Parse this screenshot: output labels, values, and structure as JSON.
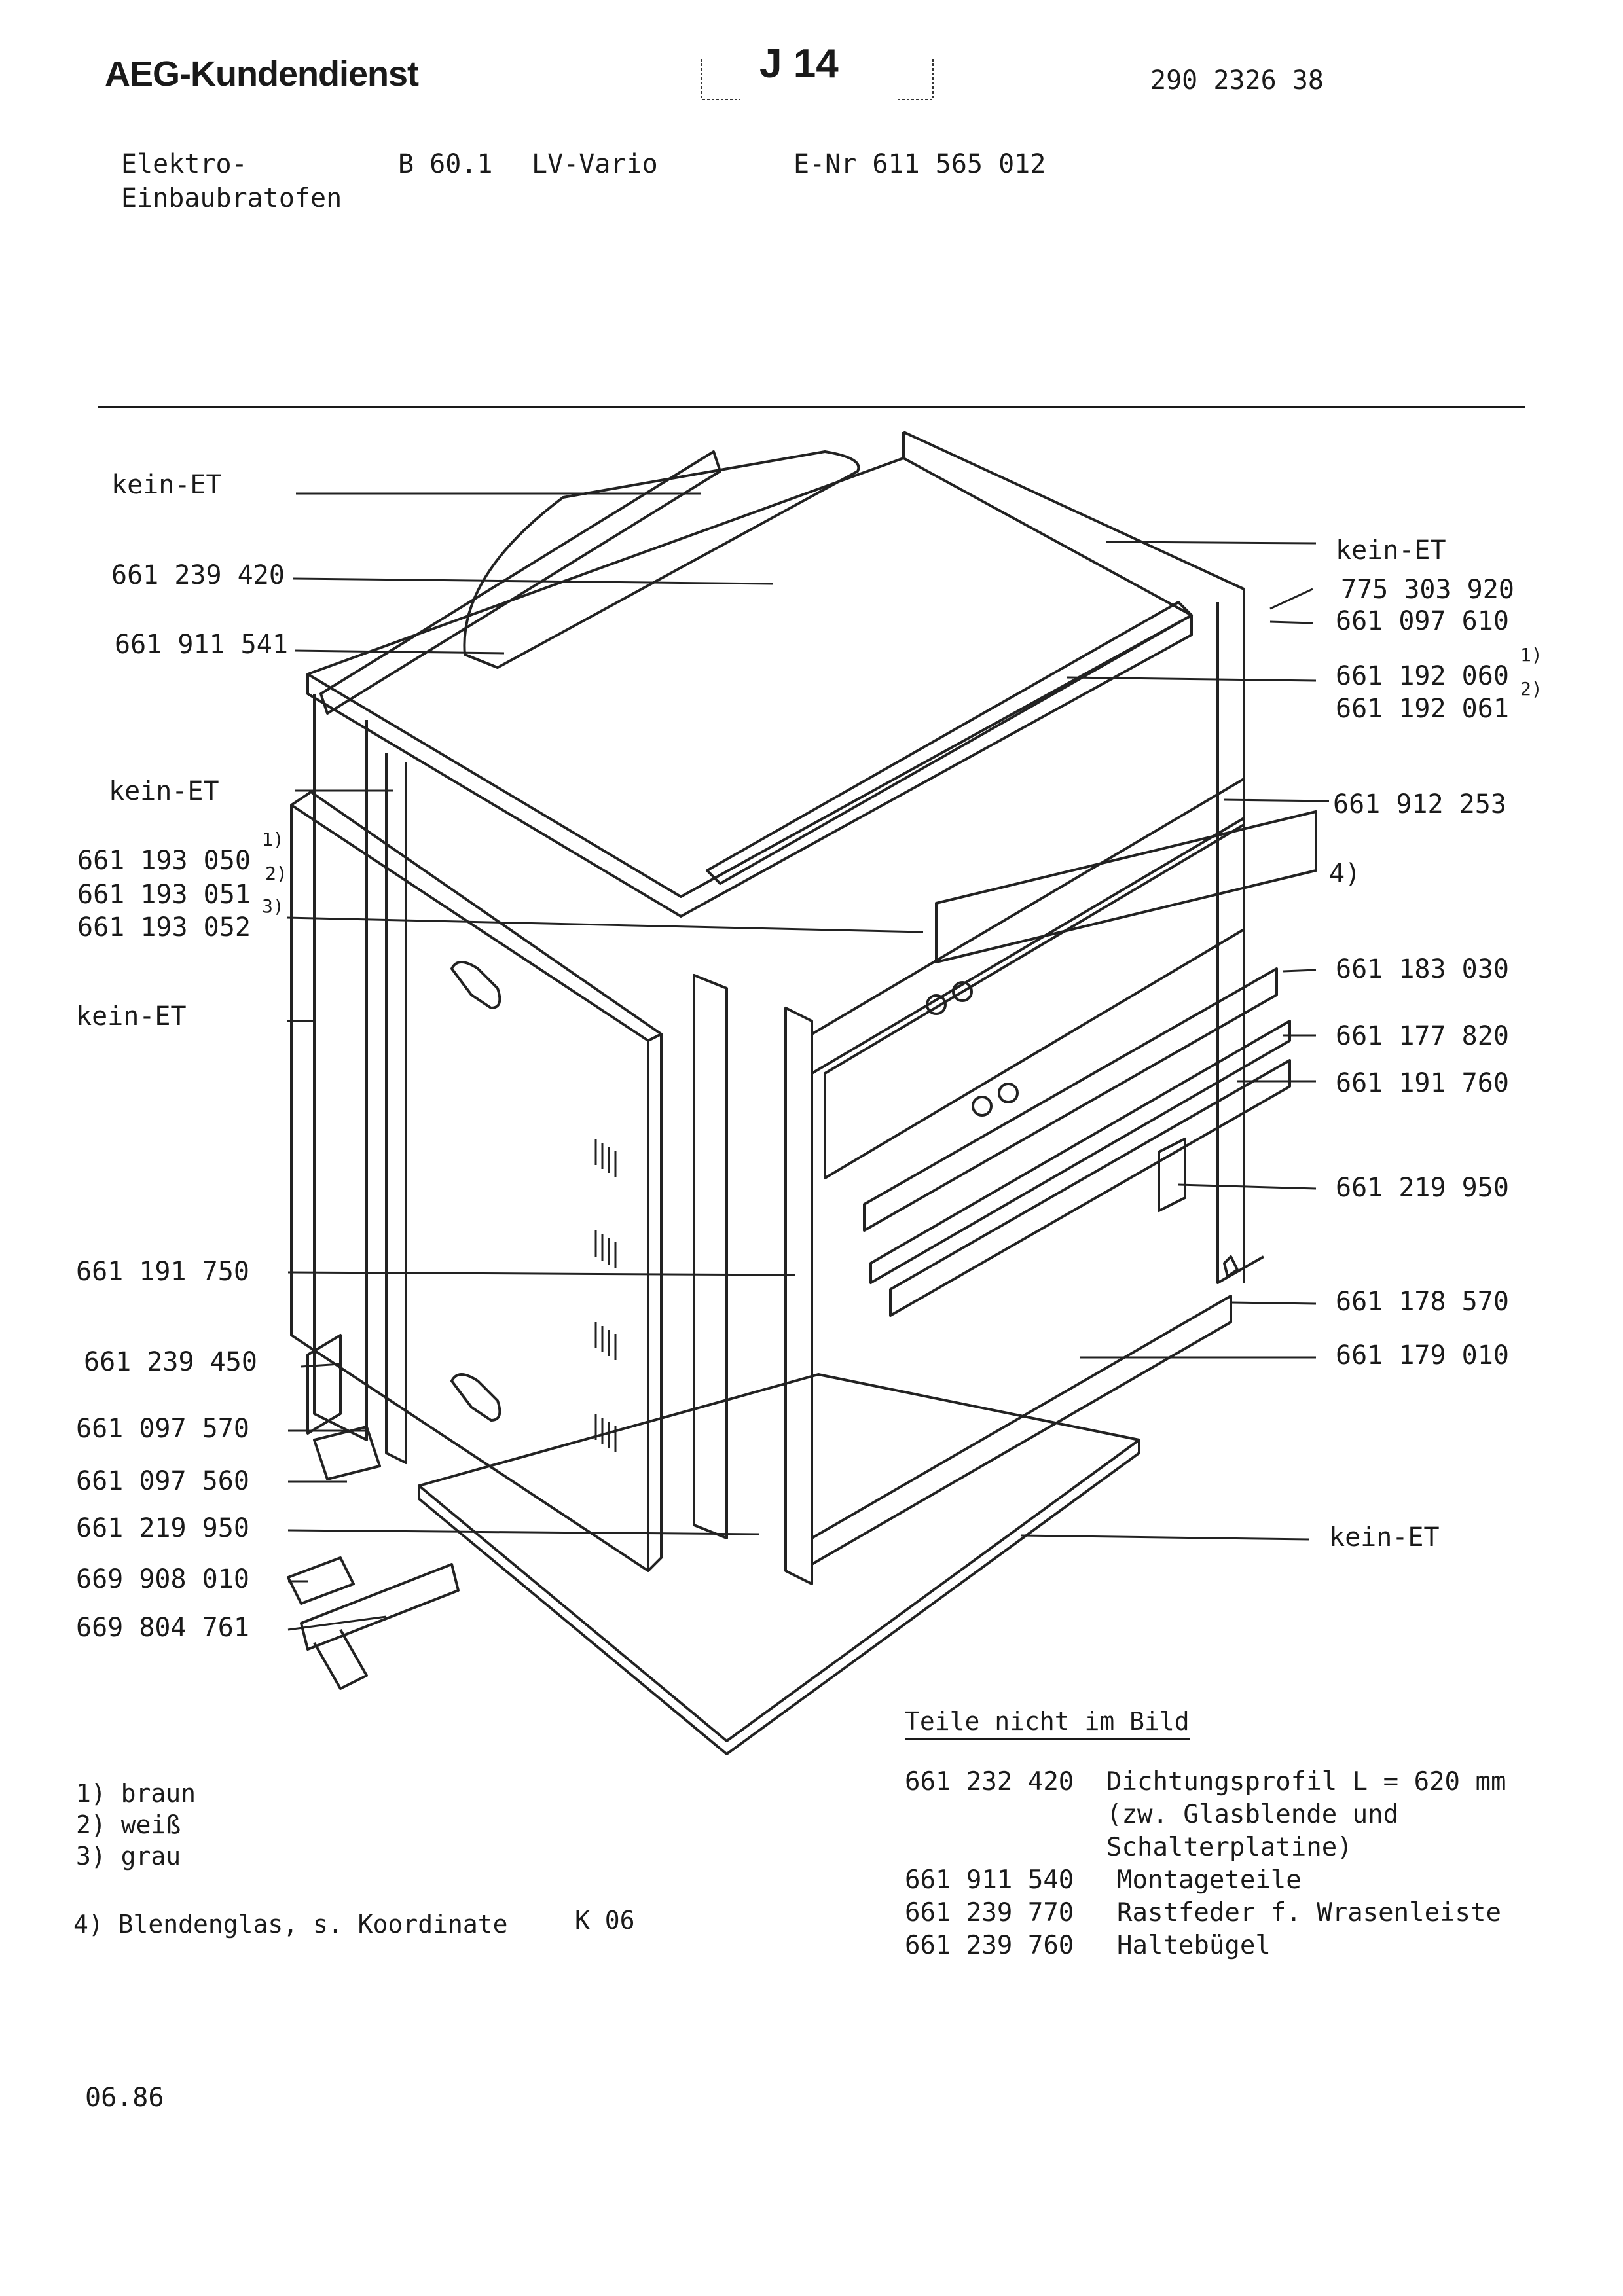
{
  "header": {
    "brand": "AEG-Kundendienst",
    "sheet_code": "J 14",
    "doc_number": "290 2326 38",
    "product_line1": "Elektro-",
    "product_line2": "Einbaubratofen",
    "model": "B 60.1",
    "variant": "LV-Vario",
    "enr": "E-Nr 611 565 012"
  },
  "parts_left": [
    {
      "code": "kein-ET"
    },
    {
      "code": "661 239 420"
    },
    {
      "code": "661 911 541"
    },
    {
      "code": "kein-ET"
    },
    {
      "code": "661 193 050",
      "sup": "1)"
    },
    {
      "code": "661 193 051",
      "sup": "2)"
    },
    {
      "code": "661 193 052",
      "sup": "3)"
    },
    {
      "code": "kein-ET"
    },
    {
      "code": "661 191 750"
    },
    {
      "code": "661 239 450"
    },
    {
      "code": "661 097 570"
    },
    {
      "code": "661 097 560"
    },
    {
      "code": "661 219 950"
    },
    {
      "code": "669 908 010"
    },
    {
      "code": "669 804 761"
    }
  ],
  "parts_right": [
    {
      "code": "kein-ET"
    },
    {
      "code": "775 303 920"
    },
    {
      "code": "661 097 610"
    },
    {
      "code": "661 192 060",
      "sup": "1)"
    },
    {
      "code": "661 192 061",
      "sup": "2)"
    },
    {
      "code": "661 912 253"
    },
    {
      "code": "4)"
    },
    {
      "code": "661 183 030"
    },
    {
      "code": "661 177 820"
    },
    {
      "code": "661 191 760"
    },
    {
      "code": "661 219 950"
    },
    {
      "code": "661 178 570"
    },
    {
      "code": "661 179 010"
    },
    {
      "code": "kein-ET"
    }
  ],
  "legend": [
    "1) braun",
    "2) weiß",
    "3) grau"
  ],
  "note4": "4) Blendenglas, s. Koordinate",
  "note4_ref": "K 06",
  "not_in_picture": {
    "title": "Teile nicht im Bild",
    "rows": [
      {
        "code": "661 232 420",
        "desc": "Dichtungsprofil L = 620 mm"
      },
      {
        "code": "",
        "desc": "(zw. Glasblende und"
      },
      {
        "code": "",
        "desc": "Schalterplatine)"
      },
      {
        "code": "661 911 540",
        "desc": "Montageteile"
      },
      {
        "code": "661 239 770",
        "desc": "Rastfeder f. Wrasenleiste"
      },
      {
        "code": "661 239 760",
        "desc": "Haltebügel"
      }
    ]
  },
  "date": "06.86"
}
